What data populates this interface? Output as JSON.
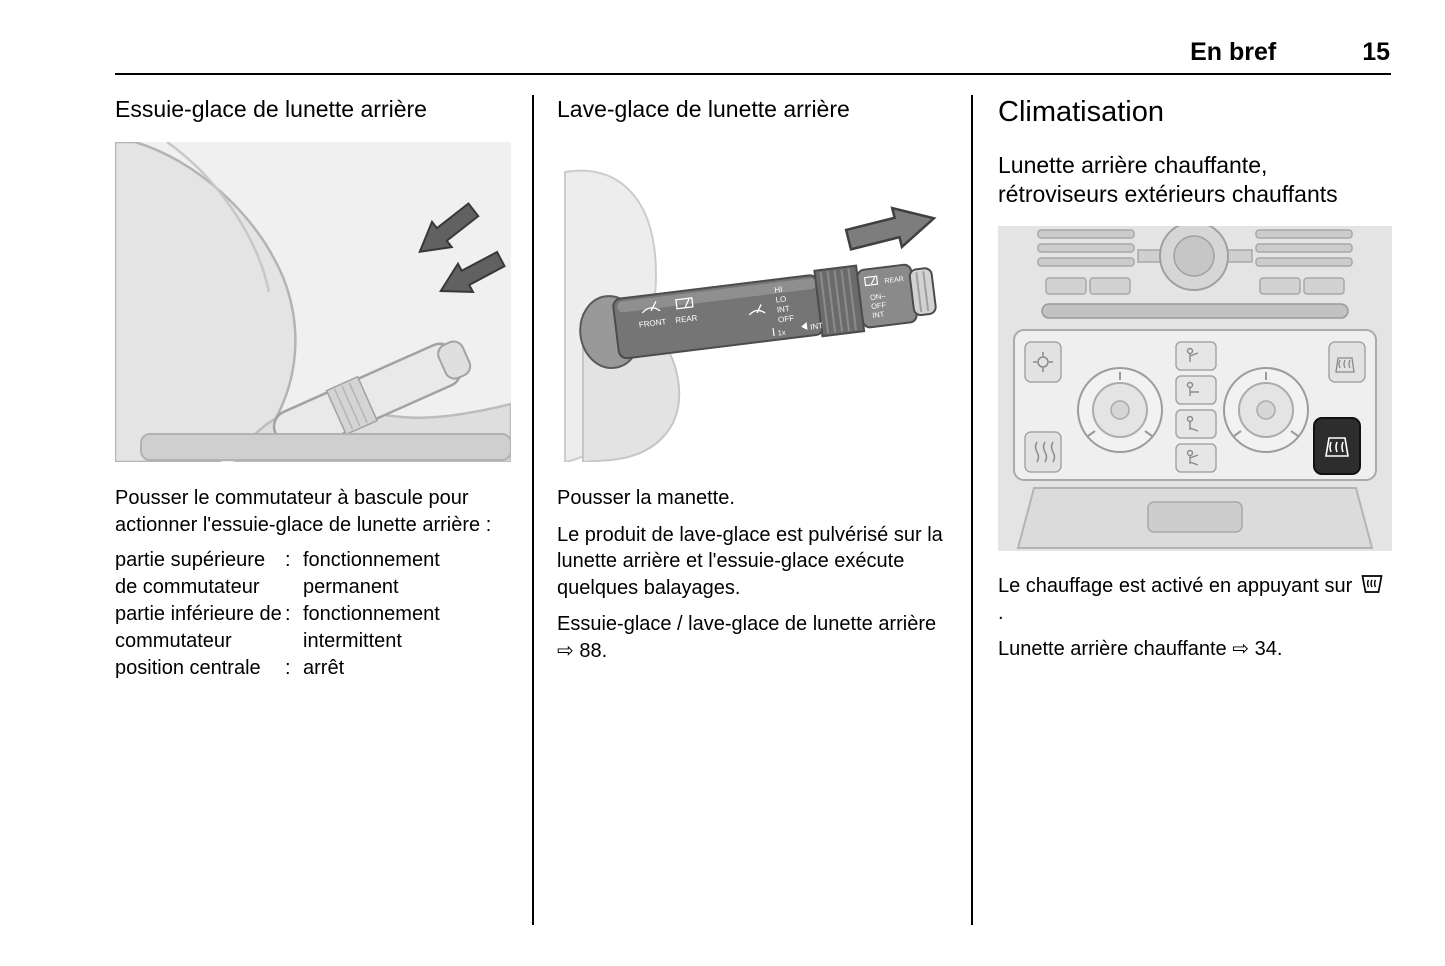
{
  "header": {
    "section_title": "En bref",
    "page_number": "15"
  },
  "rear_wiper_column": {
    "heading": "Essuie-glace de lunette arrière",
    "intro": "Pousser le commutateur à bascule pour actionner l'essuie-glace de lunette arrière :",
    "definitions": [
      {
        "term": "partie supérieure de commutateur",
        "colon": ":",
        "definition": "fonctionnement permanent"
      },
      {
        "term": "partie inférieure de commutateur",
        "colon": ":",
        "definition": "fonctionnement intermittent"
      },
      {
        "term": "position centrale",
        "colon": ":",
        "definition": "arrêt"
      }
    ]
  },
  "rear_washer_column": {
    "heading": "Lave-glace de lunette arrière",
    "para_push": "Pousser la manette.",
    "para_spray": "Le produit de lave-glace est pulvérisé sur la lunette arrière et l'essuie-glace exécute quelques balayages.",
    "para_ref_text": "Essuie-glace / lave-glace de lunette",
    "para_ref_text2": "arrière",
    "ref_arrow": "⇨",
    "ref_page": "88.",
    "stalk_labels": {
      "front": "FRONT",
      "rear": "REAR",
      "hi": "HI",
      "lo": "LO",
      "int": "INT",
      "off": "OFF",
      "once": "1x",
      "int_collar": "INT",
      "on": "ON–",
      "off_end": "OFF",
      "int_end": "INT",
      "rear_end": "REAR"
    }
  },
  "climate_column": {
    "heading": "Climatisation",
    "subheading": "Lunette arrière chauffante, rétroviseurs extérieurs chauffants",
    "para_heating_before": "Le chauffage est activé en appuyant sur ",
    "para_heating_after": ".",
    "para_ref_text": "Lunette arrière chauffante",
    "ref_arrow": "⇨",
    "ref_page": "34."
  }
}
